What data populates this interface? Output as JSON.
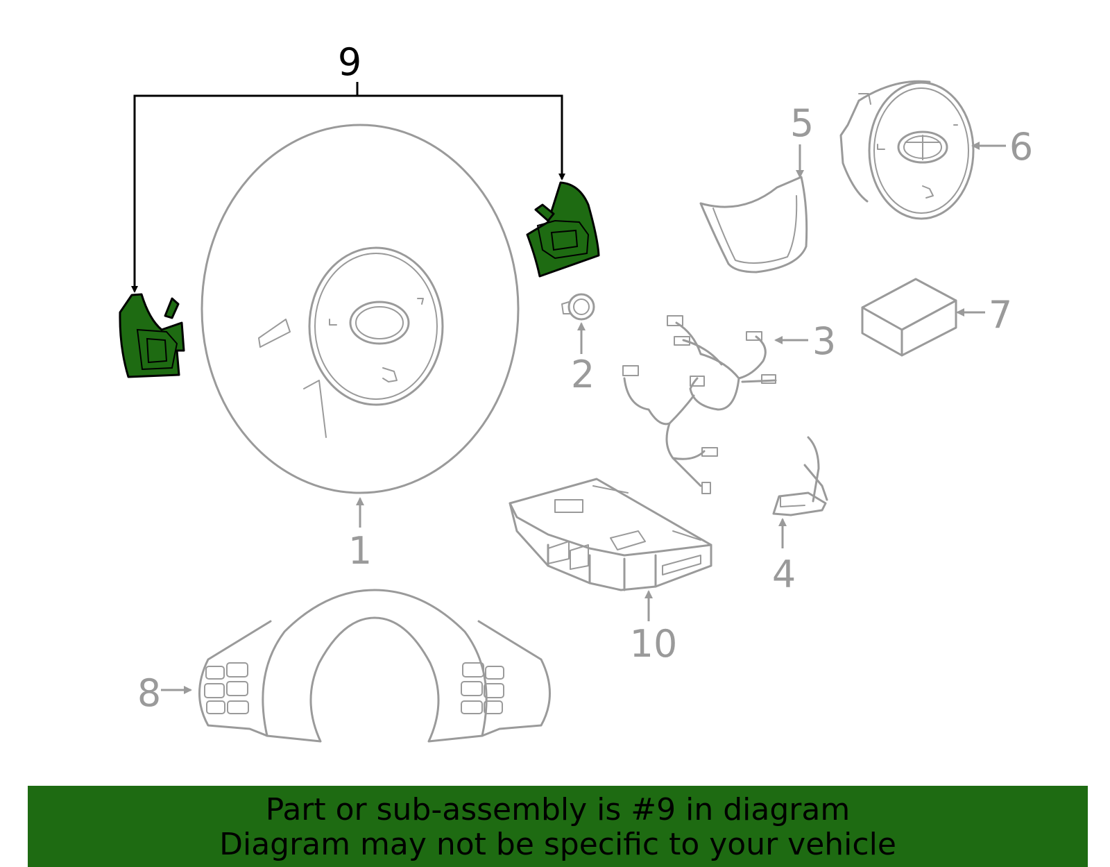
{
  "highlight_color": "#1e6b12",
  "callouts": {
    "c1": "1",
    "c2": "2",
    "c3": "3",
    "c4": "4",
    "c5": "5",
    "c6": "6",
    "c7": "7",
    "c8": "8",
    "c9": "9",
    "c10": "10"
  },
  "highlighted_part": "9",
  "banner": {
    "line1": "Part or sub-assembly is #9 in diagram",
    "line2": "Diagram may not be specific to your vehicle"
  }
}
